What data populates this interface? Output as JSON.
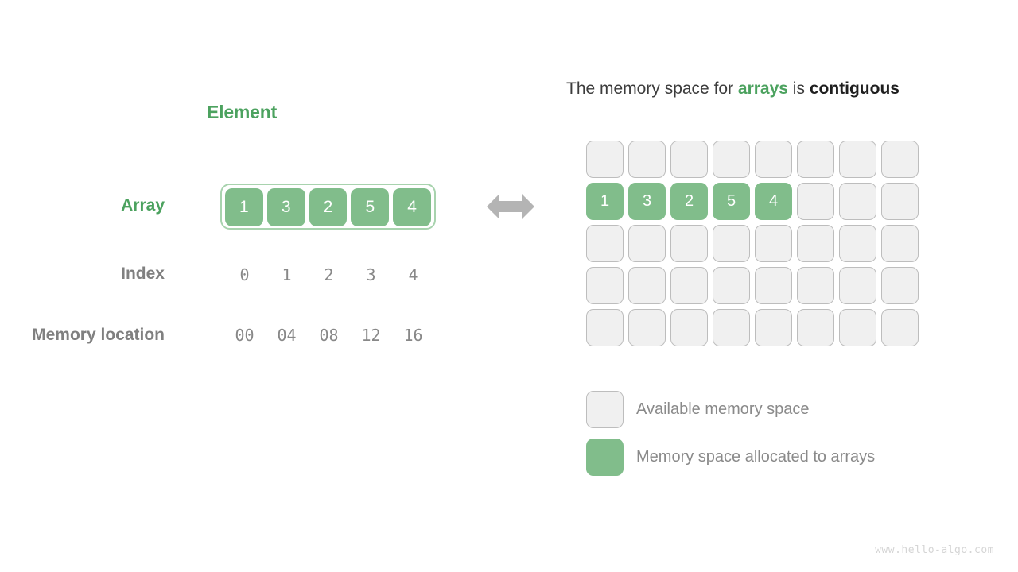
{
  "background": "#ffffff",
  "colors": {
    "green_fill": "#81bd8b",
    "green_text": "#4ca25f",
    "green_outline": "#a8d3ae",
    "gray_label": "#808080",
    "gray_value": "#888888",
    "cell_free_fill": "#f0f0f0",
    "cell_free_border": "#bdbdbd",
    "arrow_gray": "#b4b4b4",
    "watermark": "#d5d5d5"
  },
  "left": {
    "element_callout": "Element",
    "labels": {
      "array": "Array",
      "index": "Index",
      "memory_location": "Memory location"
    },
    "array_values": [
      "1",
      "3",
      "2",
      "5",
      "4"
    ],
    "index_values": [
      "0",
      "1",
      "2",
      "3",
      "4"
    ],
    "memory_values": [
      "00",
      "04",
      "08",
      "12",
      "16"
    ]
  },
  "arrow": {
    "name": "bidirectional-arrow",
    "direction": "left-right"
  },
  "right": {
    "title": {
      "part1": "The memory space for ",
      "highlight_green": "arrays",
      "part2": " is ",
      "highlight_dark": "contiguous"
    },
    "grid": {
      "columns": 8,
      "rows": 5,
      "allocated_row_index": 1,
      "allocated_values": [
        "1",
        "3",
        "2",
        "5",
        "4"
      ],
      "cells": [
        [
          "",
          "",
          "",
          "",
          "",
          "",
          "",
          ""
        ],
        [
          "1",
          "3",
          "2",
          "5",
          "4",
          "",
          "",
          ""
        ],
        [
          "",
          "",
          "",
          "",
          "",
          "",
          "",
          ""
        ],
        [
          "",
          "",
          "",
          "",
          "",
          "",
          "",
          ""
        ],
        [
          "",
          "",
          "",
          "",
          "",
          "",
          "",
          ""
        ]
      ]
    },
    "legend": [
      {
        "swatch": "free",
        "label": "Available memory space"
      },
      {
        "swatch": "used",
        "label": "Memory space allocated to arrays"
      }
    ]
  },
  "watermark": "www.hello-algo.com"
}
